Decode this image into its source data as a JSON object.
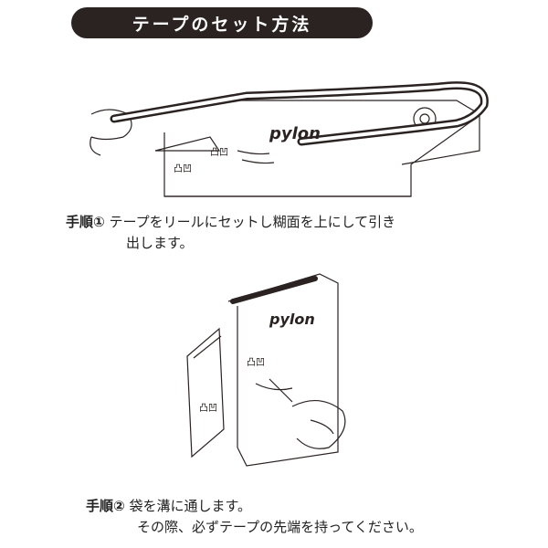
{
  "title": "テープのセット方法",
  "brand_logo": "pylon",
  "colors": {
    "title_bg": "#2b2322",
    "title_text": "#ffffff",
    "line": "#2b2322"
  },
  "steps": [
    {
      "number": "手順①",
      "line1": "テープをリールにセットし糊面を上にして引き",
      "line2": "出します。"
    },
    {
      "number": "手順②",
      "line1": "袋を溝に通します。",
      "line2": "その際、必ずテープの先端を持ってください。"
    }
  ]
}
